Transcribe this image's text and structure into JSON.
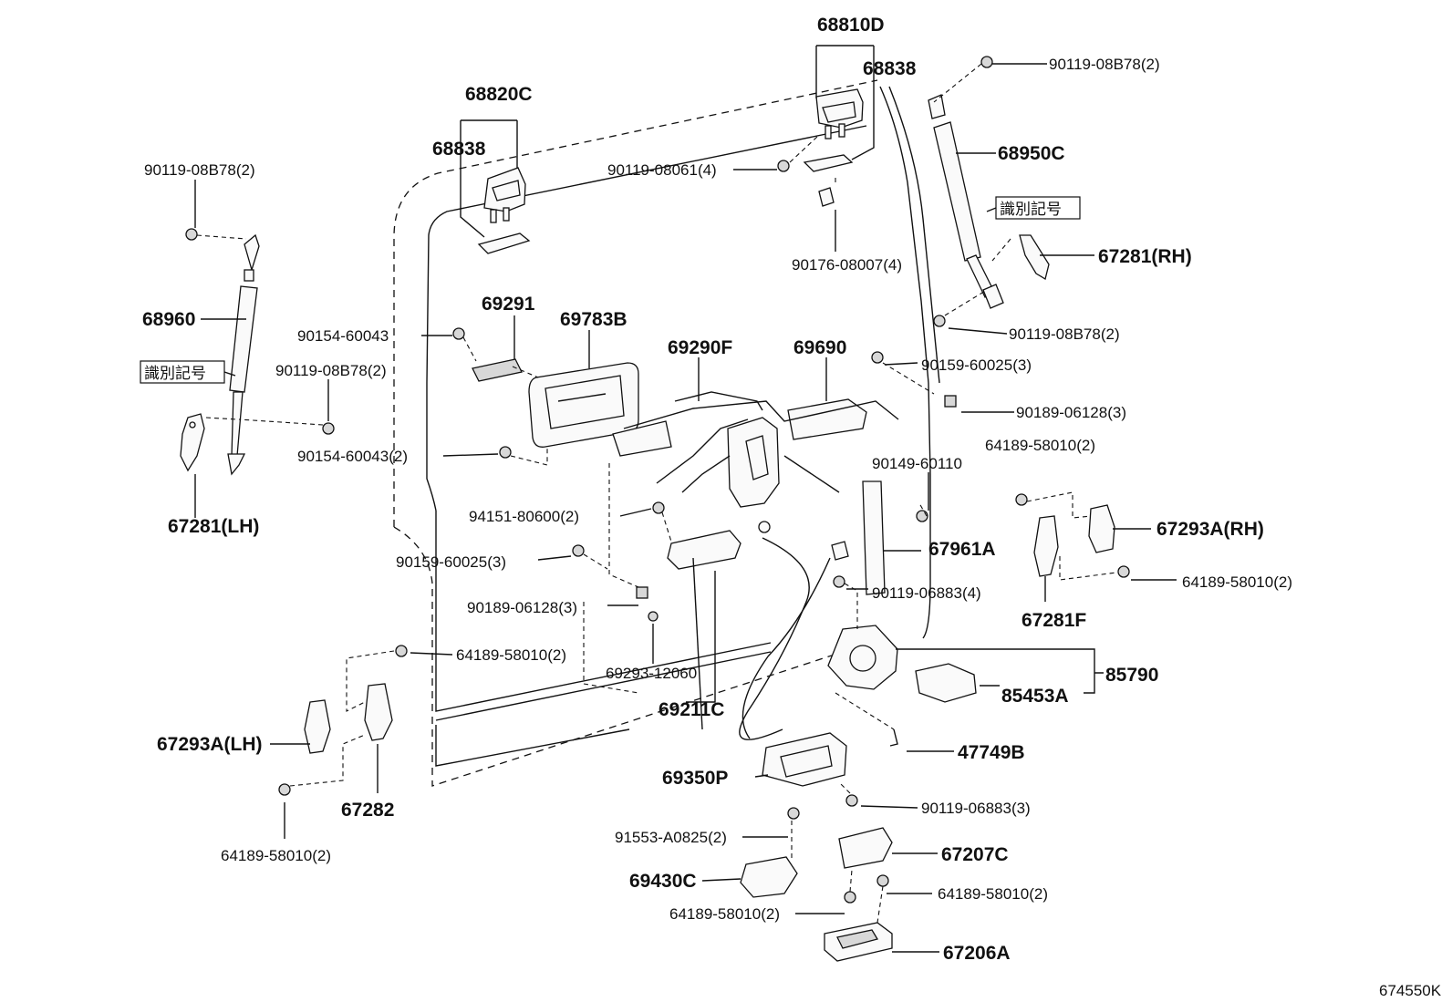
{
  "figure_id": "674550K",
  "tag_text": "識別記号",
  "labels": {
    "p68810D": "68810D",
    "p68838_r": "68838",
    "p68838_l": "68838",
    "p68820C": "68820C",
    "p90119_08B78_tr": "90119-08B78(2)",
    "p68950C": "68950C",
    "p90119_08B78_tl": "90119-08B78(2)",
    "p90119_08061": "90119-08061(4)",
    "p90176_08007": "90176-08007(4)",
    "p67281RH": "67281(RH)",
    "p90119_08B78_rm": "90119-08B78(2)",
    "p68960": "68960",
    "p69291": "69291",
    "p69783B": "69783B",
    "p69290F": "69290F",
    "p69690": "69690",
    "p90154_60043_a": "90154-60043",
    "p90119_08B78_lm": "90119-08B78(2)",
    "p90159_60025_r": "90159-60025(3)",
    "p90189_06128_r": "90189-06128(3)",
    "p64189_58010_r1": "64189-58010(2)",
    "p90154_60043_b": "90154-60043(2)",
    "p90149_60110": "90149-60110",
    "p67281LH": "67281(LH)",
    "p94151_80600": "94151-80600(2)",
    "p67293A_RH": "67293A(RH)",
    "p67961A": "67961A",
    "p90159_60025_l": "90159-60025(3)",
    "p64189_58010_r2": "64189-58010(2)",
    "p90119_06883_4": "90119-06883(4)",
    "p90189_06128_l": "90189-06128(3)",
    "p67281F": "67281F",
    "p64189_58010_l1": "64189-58010(2)",
    "p69293_12060": "69293-12060",
    "p85790": "85790",
    "p85453A": "85453A",
    "p69211C": "69211C",
    "p67293A_LH": "67293A(LH)",
    "p47749B": "47749B",
    "p69350P": "69350P",
    "p67282": "67282",
    "p90119_06883_3": "90119-06883(3)",
    "p64189_58010_l2": "64189-58010(2)",
    "p91553_A0825": "91553-A0825(2)",
    "p67207C": "67207C",
    "p69430C": "69430C",
    "p64189_58010_b1": "64189-58010(2)",
    "p64189_58010_b2": "64189-58010(2)",
    "p67206A": "67206A"
  }
}
